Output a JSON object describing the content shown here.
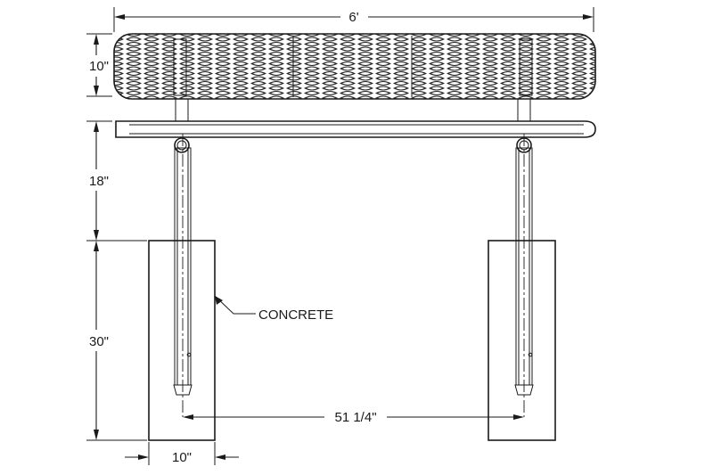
{
  "drawing": {
    "dimensions": {
      "overall_length": "6'",
      "seat_depth": "10\"",
      "seat_height": "18\"",
      "embed_depth": "30\"",
      "footing_width": "10\"",
      "post_spacing": "51 1/4\""
    },
    "callouts": {
      "footing_material": "CONCRETE"
    }
  }
}
